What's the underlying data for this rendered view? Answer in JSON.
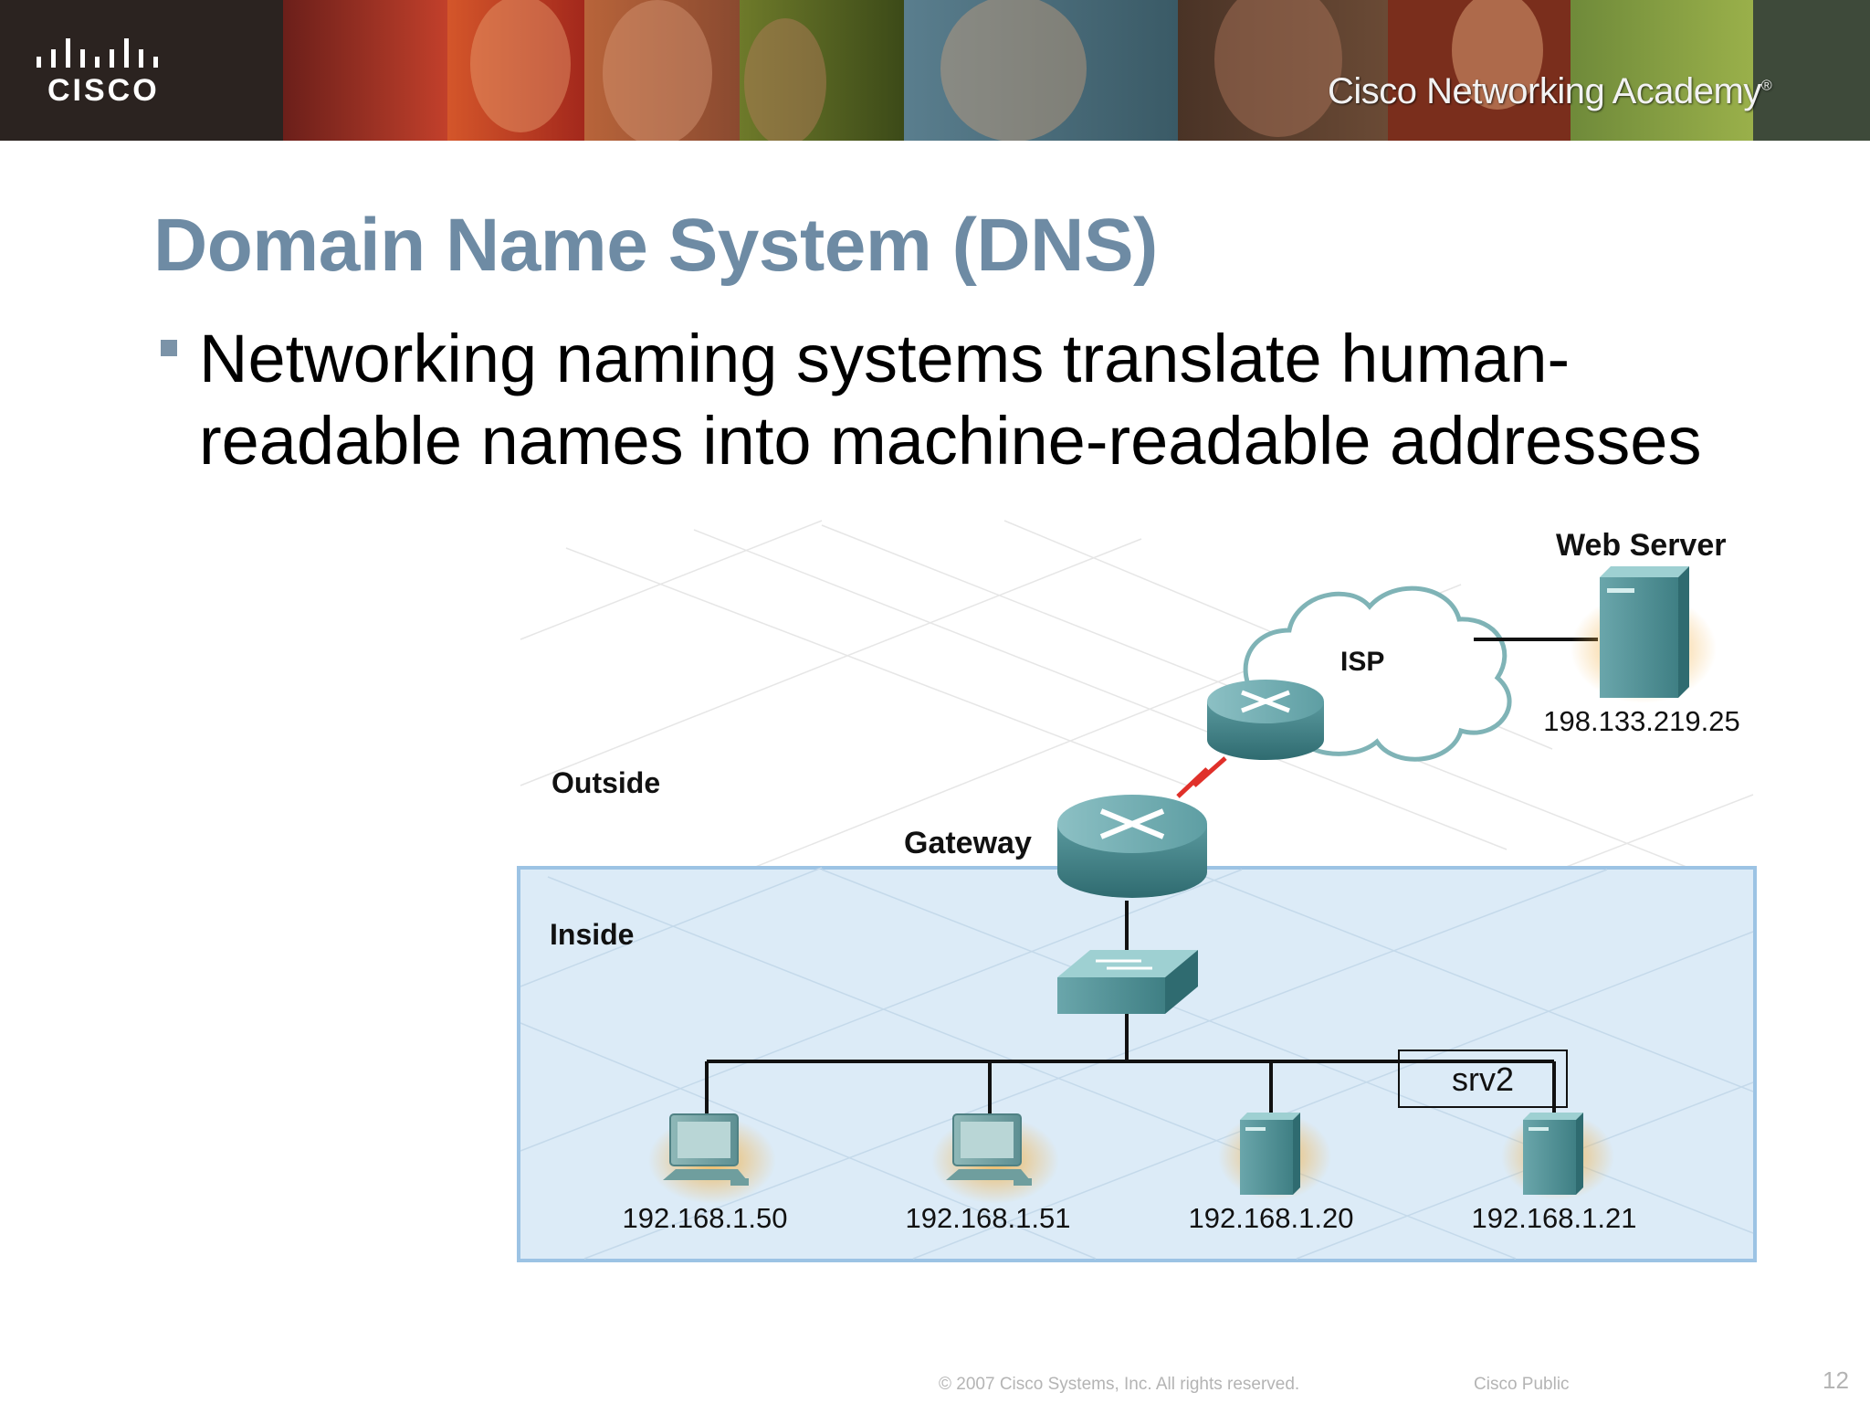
{
  "brand": {
    "logo_text": "CISCO",
    "academy_name": "Cisco Networking Academy",
    "registered_mark": "®"
  },
  "slide": {
    "title": "Domain Name System (DNS)",
    "bullet": "Networking naming systems translate human-readable names into machine-readable addresses"
  },
  "diagram": {
    "zones": {
      "outside": "Outside",
      "inside": "Inside"
    },
    "isp_label": "ISP",
    "web_server": {
      "label": "Web Server",
      "ip": "198.133.219.25"
    },
    "gateway_label": "Gateway",
    "hosts": [
      {
        "ip": "192.168.1.50",
        "kind": "workstation"
      },
      {
        "ip": "192.168.1.51",
        "kind": "workstation"
      },
      {
        "ip": "192.168.1.20",
        "kind": "server"
      },
      {
        "ip": "192.168.1.21",
        "kind": "server"
      }
    ],
    "annotation": "srv2"
  },
  "footer": {
    "copyright": "© 2007 Cisco Systems, Inc. All rights reserved.",
    "classification": "Cisco Public",
    "page_number": "12"
  },
  "colors": {
    "title": "#6e8ba4",
    "inside_zone_fill": "#dcebf7",
    "inside_zone_border": "#9cc3e4",
    "device_teal": "#4f8d92",
    "serial_link": "#e0302a"
  }
}
